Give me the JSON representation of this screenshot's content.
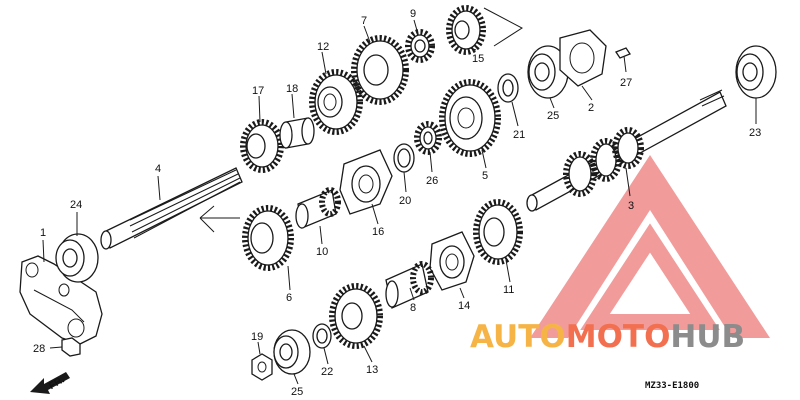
{
  "callouts": {
    "c1": "1",
    "c2": "2",
    "c3": "3",
    "c4": "4",
    "c5": "5",
    "c6": "6",
    "c7": "7",
    "c8": "8",
    "c9": "9",
    "c10": "10",
    "c11": "11",
    "c12": "12",
    "c13": "13",
    "c14": "14",
    "c15": "15",
    "c16": "16",
    "c17": "17",
    "c18": "18",
    "c19": "19",
    "c20": "20",
    "c21": "21",
    "c22": "22",
    "c23": "23",
    "c24": "24",
    "c25a": "25",
    "c25b": "25",
    "c26": "26",
    "c27": "27",
    "c28": "28"
  },
  "direction_label": "FR.",
  "diagram_code": "MZ33-E1800",
  "watermark": {
    "part1": "AUTO",
    "part2": "MOTO",
    "part3": "HUB",
    "colors": {
      "auto": "#f6b447",
      "moto": "#f2704f",
      "hub": "#8c8c8c",
      "triangle": "#f08a8a"
    }
  }
}
